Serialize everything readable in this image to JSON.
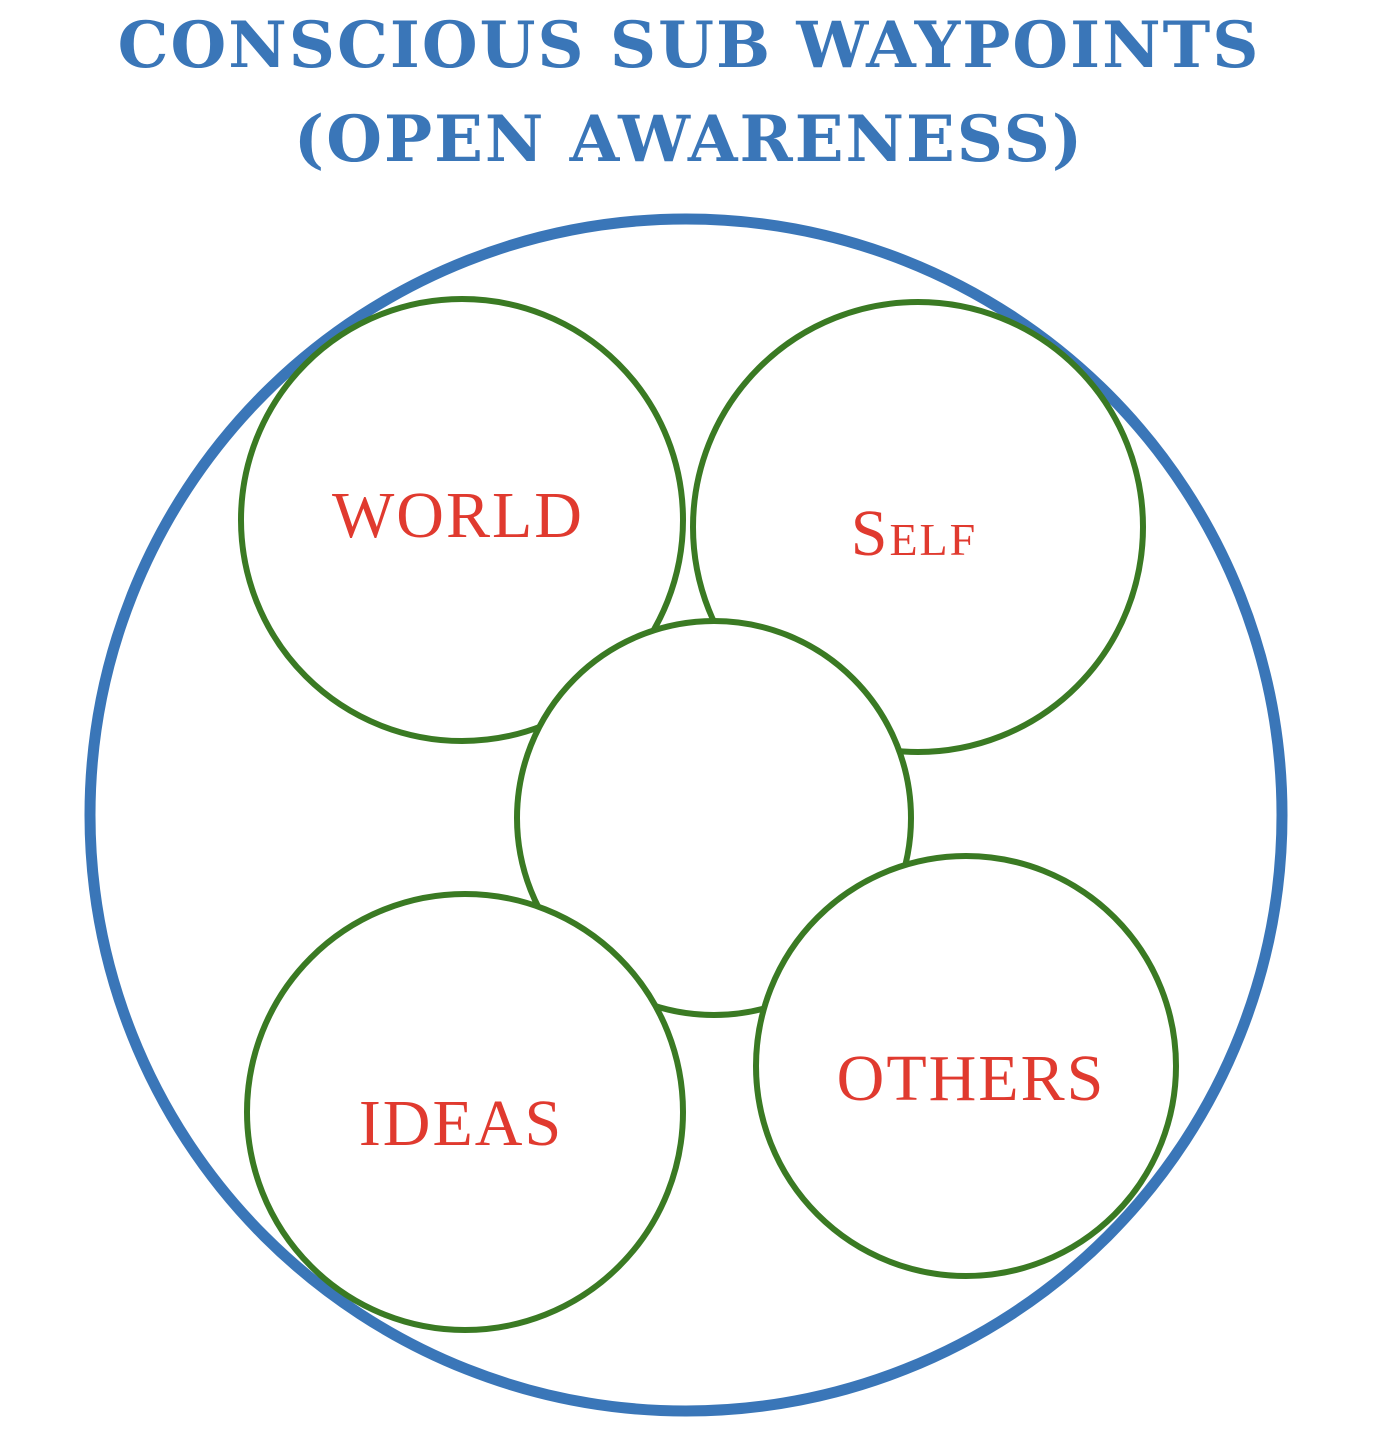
{
  "title": {
    "line1": "CONSCIOUS SUB WAYPOINTS",
    "line2": "(OPEN AWARENESS)"
  },
  "nodes": {
    "world": "WORLD",
    "self": "Self",
    "ideas": "IDEAS",
    "others": "OTHERS",
    "center": ""
  },
  "colors": {
    "title": "#3a76b8",
    "outer_ring": "#3a76b8",
    "inner_rings": "#3a7a23",
    "labels": "#e03a2f"
  }
}
